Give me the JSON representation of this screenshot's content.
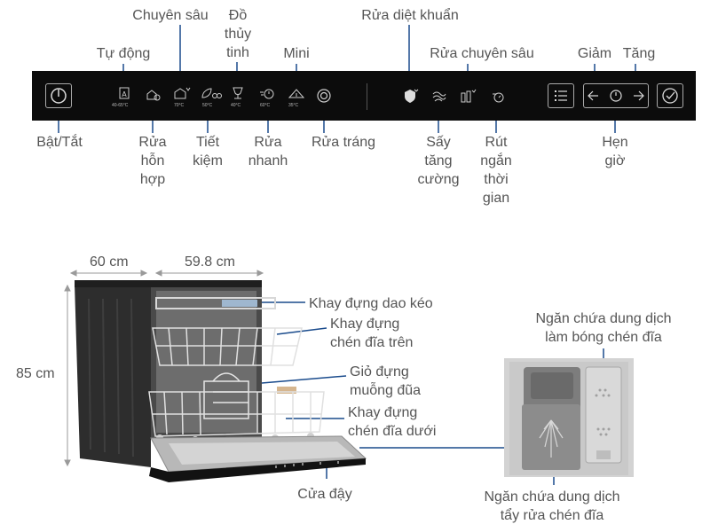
{
  "panel": {
    "top_labels": {
      "tu_dong": "Tự động",
      "chuyen_sau": "Chuyên sâu",
      "do_thuy_tinh": "Đồ\nthủy\ntinh",
      "mini": "Mini",
      "rua_diet_khuan": "Rửa diệt khuẩn",
      "rua_chuyen_sau": "Rửa chuyên sâu",
      "giam": "Giảm",
      "tang": "Tăng"
    },
    "bottom_labels": {
      "bat_tat": "Bật/Tắt",
      "rua_hon_hop": "Rửa\nhỗn\nhợp",
      "tiet_kiem": "Tiết\nkiệm",
      "rua_nhanh": "Rửa\nnhanh",
      "rua_trang": "Rửa tráng",
      "say_tang_cuong": "Sấy\ntăng\ncường",
      "rut_ngan_thoi_gian": "Rút\nngắn\nthời\ngian",
      "hen_gio": "Hẹn\ngiờ"
    },
    "temps": {
      "auto": "40-65°C",
      "intensive": "70°C",
      "eco": "50°C",
      "glass": "40°C",
      "quick": "60°C",
      "mini": "35°C"
    }
  },
  "dimensions": {
    "depth": "60 cm",
    "width": "59.8 cm",
    "height": "85 cm"
  },
  "parts": {
    "cutlery_tray": "Khay đựng dao kéo",
    "upper_rack": "Khay đựng\nchén đĩa trên",
    "spoon_basket": "Giỏ đựng\nmuỗng đũa",
    "lower_rack": "Khay đựng\nchén đĩa dưới",
    "door": "Cửa đậy",
    "rinse_aid": "Ngăn chứa dung dịch\nlàm bóng chén đĩa",
    "detergent": "Ngăn chứa dung dịch\ntẩy rửa chén đĩa"
  },
  "colors": {
    "panel": "#0c0c0c",
    "leader_line": "#1a4b8c",
    "text": "#555555"
  }
}
